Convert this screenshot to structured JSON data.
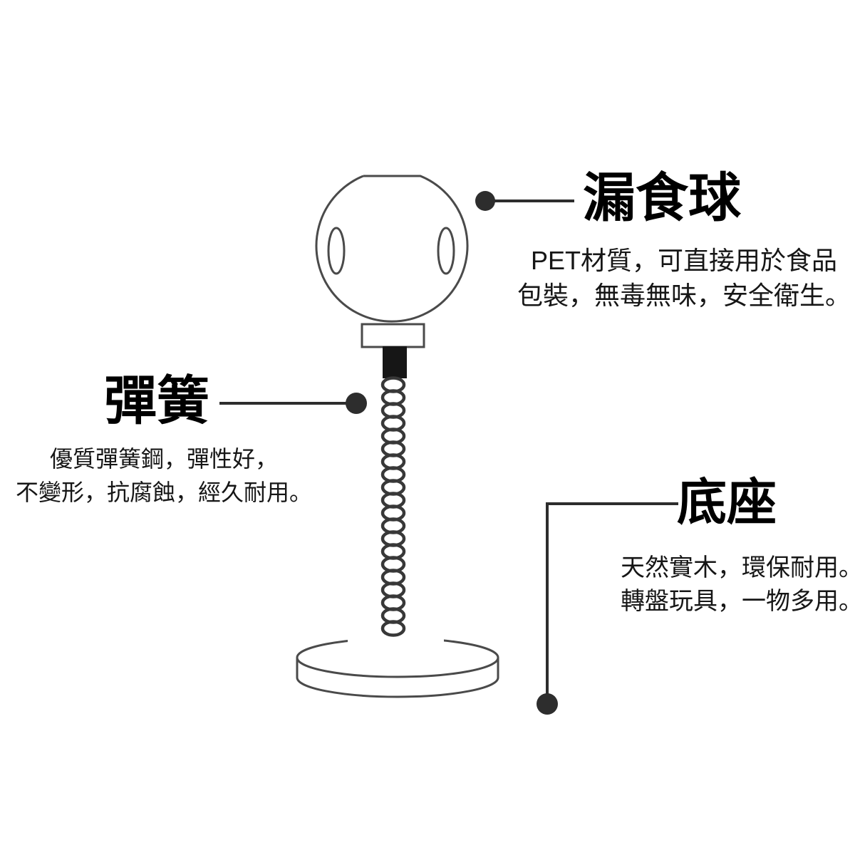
{
  "page": {
    "background": "#ffffff",
    "type": "product-annotation-diagram",
    "product": "spring treat ball toy line drawing"
  },
  "colors": {
    "callout_line": "#2d2d2d",
    "drawing_outline": "#4a4a4a",
    "spring_coil": "#383838",
    "connector_fill": "#161616",
    "title_text": "#000000",
    "body_text": "#161616"
  },
  "annotations": {
    "ball": {
      "title": "漏食球",
      "desc": [
        "PET材質，可直接用於食品",
        "包裝，無毒無味，安全衛生。"
      ]
    },
    "spring": {
      "title": "彈簧",
      "desc": [
        "優質彈簧鋼，彈性好，",
        "不變形，抗腐蝕，經久耐用。"
      ]
    },
    "base": {
      "title": "底座",
      "desc": [
        "天然實木，環保耐用。",
        "轉盤玩具，一物多用。"
      ]
    }
  }
}
